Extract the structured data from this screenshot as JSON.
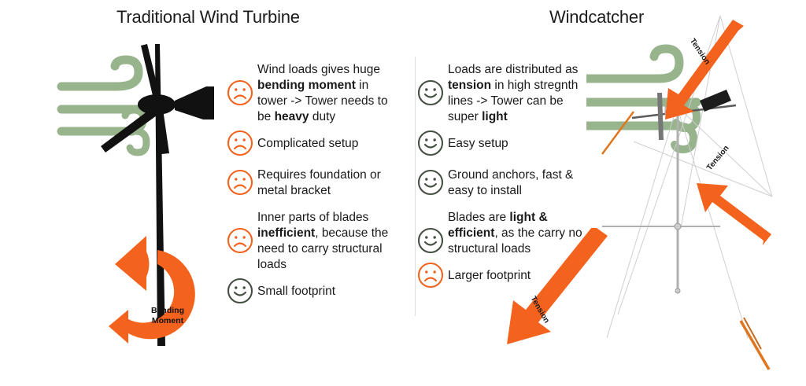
{
  "colors": {
    "orange": "#f4631e",
    "olive": "#454f43",
    "green": "#97b48c",
    "black": "#111111",
    "mast_gray": "#b8b8b8",
    "divider": "#dcdcdc"
  },
  "left_panel": {
    "title": "Traditional Wind Turbine",
    "illustration": {
      "name": "traditional-wind-turbine",
      "moment_label_line1": "Bending",
      "moment_label_line2": "Moment"
    },
    "items": [
      {
        "face": "sad-face-icon",
        "sentiment": "negative",
        "lines": 4,
        "segments": [
          {
            "text": "Wind loads gives huge ",
            "bold": false
          },
          {
            "text": "bending moment",
            "bold": true
          },
          {
            "text": " in tower -> Tower needs to be ",
            "bold": false
          },
          {
            "text": "heavy",
            "bold": true
          },
          {
            "text": " duty",
            "bold": false
          }
        ]
      },
      {
        "face": "sad-face-icon",
        "sentiment": "negative",
        "lines": 1,
        "segments": [
          {
            "text": "Complicated setup",
            "bold": false
          }
        ]
      },
      {
        "face": "sad-face-icon",
        "sentiment": "negative",
        "lines": 2,
        "segments": [
          {
            "text": "Requires foundation or metal bracket",
            "bold": false
          }
        ]
      },
      {
        "face": "sad-face-icon",
        "sentiment": "negative",
        "lines": 4,
        "segments": [
          {
            "text": "Inner parts of blades ",
            "bold": false
          },
          {
            "text": "inefficient",
            "bold": true
          },
          {
            "text": ", because the need to carry structural loads",
            "bold": false
          }
        ]
      },
      {
        "face": "happy-face-icon",
        "sentiment": "positive",
        "lines": 1,
        "segments": [
          {
            "text": "Small footprint",
            "bold": false
          }
        ]
      }
    ]
  },
  "right_panel": {
    "title": "Windcatcher",
    "illustration": {
      "name": "windcatcher-guyed-mast",
      "tension_labels": [
        "Tension",
        "Tension",
        "Tension"
      ]
    },
    "items": [
      {
        "face": "happy-face-icon",
        "sentiment": "positive",
        "lines": 4,
        "segments": [
          {
            "text": "Loads are distributed as ",
            "bold": false
          },
          {
            "text": "tension",
            "bold": true
          },
          {
            "text": " in high stregnth lines -> Tower can be super ",
            "bold": false
          },
          {
            "text": "light",
            "bold": true
          }
        ]
      },
      {
        "face": "happy-face-icon",
        "sentiment": "positive",
        "lines": 1,
        "segments": [
          {
            "text": "Easy setup",
            "bold": false
          }
        ]
      },
      {
        "face": "happy-face-icon",
        "sentiment": "positive",
        "lines": 2,
        "segments": [
          {
            "text": "Ground anchors, fast & easy to install",
            "bold": false
          }
        ]
      },
      {
        "face": "happy-face-icon",
        "sentiment": "positive",
        "lines": 4,
        "segments": [
          {
            "text": "Blades are ",
            "bold": false
          },
          {
            "text": "light & efficient",
            "bold": true
          },
          {
            "text": ", as the carry no structural loads",
            "bold": false
          }
        ]
      },
      {
        "face": "sad-face-icon",
        "sentiment": "negative",
        "lines": 1,
        "segments": [
          {
            "text": "Larger footprint",
            "bold": false
          }
        ]
      }
    ]
  }
}
